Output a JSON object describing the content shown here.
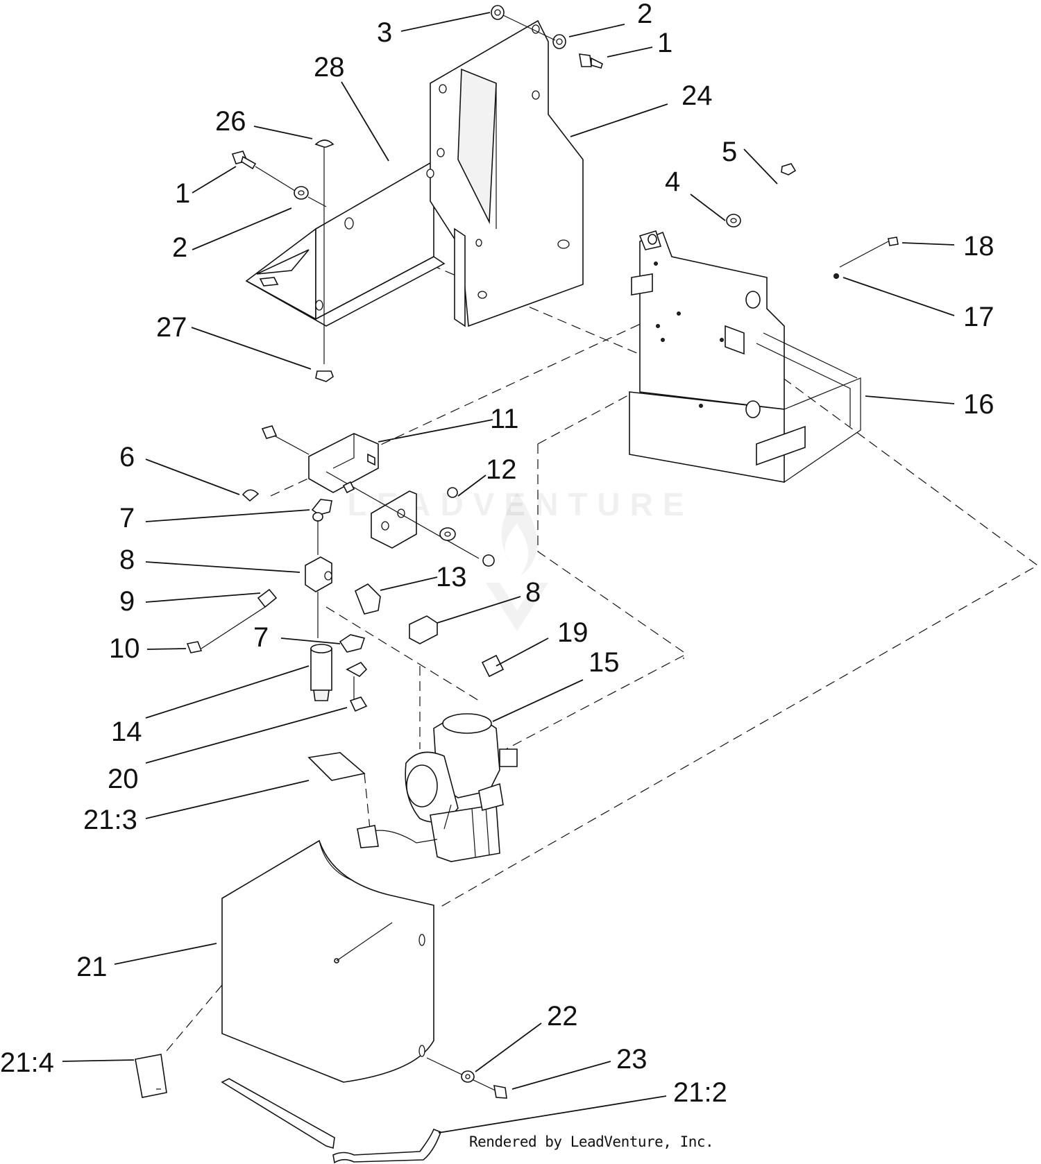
{
  "callouts": [
    {
      "id": "c-1a",
      "label": "1"
    },
    {
      "id": "c-2a",
      "label": "2"
    },
    {
      "id": "c-3",
      "label": "3"
    },
    {
      "id": "c-28",
      "label": "28"
    },
    {
      "id": "c-24",
      "label": "24"
    },
    {
      "id": "c-26",
      "label": "26"
    },
    {
      "id": "c-1b",
      "label": "1"
    },
    {
      "id": "c-2b",
      "label": "2"
    },
    {
      "id": "c-5",
      "label": "5"
    },
    {
      "id": "c-4",
      "label": "4"
    },
    {
      "id": "c-18",
      "label": "18"
    },
    {
      "id": "c-17",
      "label": "17"
    },
    {
      "id": "c-27",
      "label": "27"
    },
    {
      "id": "c-16",
      "label": "16"
    },
    {
      "id": "c-11",
      "label": "11"
    },
    {
      "id": "c-6",
      "label": "6"
    },
    {
      "id": "c-12",
      "label": "12"
    },
    {
      "id": "c-7a",
      "label": "7"
    },
    {
      "id": "c-8a",
      "label": "8"
    },
    {
      "id": "c-13",
      "label": "13"
    },
    {
      "id": "c-8b",
      "label": "8"
    },
    {
      "id": "c-9",
      "label": "9"
    },
    {
      "id": "c-19",
      "label": "19"
    },
    {
      "id": "c-10",
      "label": "10"
    },
    {
      "id": "c-7b",
      "label": "7"
    },
    {
      "id": "c-15",
      "label": "15"
    },
    {
      "id": "c-14",
      "label": "14"
    },
    {
      "id": "c-20",
      "label": "20"
    },
    {
      "id": "c-21-3",
      "label": "21:3"
    },
    {
      "id": "c-21",
      "label": "21"
    },
    {
      "id": "c-22",
      "label": "22"
    },
    {
      "id": "c-23",
      "label": "23"
    },
    {
      "id": "c-21-4",
      "label": "21:4"
    },
    {
      "id": "c-21-2",
      "label": "21:2"
    }
  ],
  "watermark": "LEADVENTURE",
  "credit": "Rendered by LeadVenture, Inc."
}
